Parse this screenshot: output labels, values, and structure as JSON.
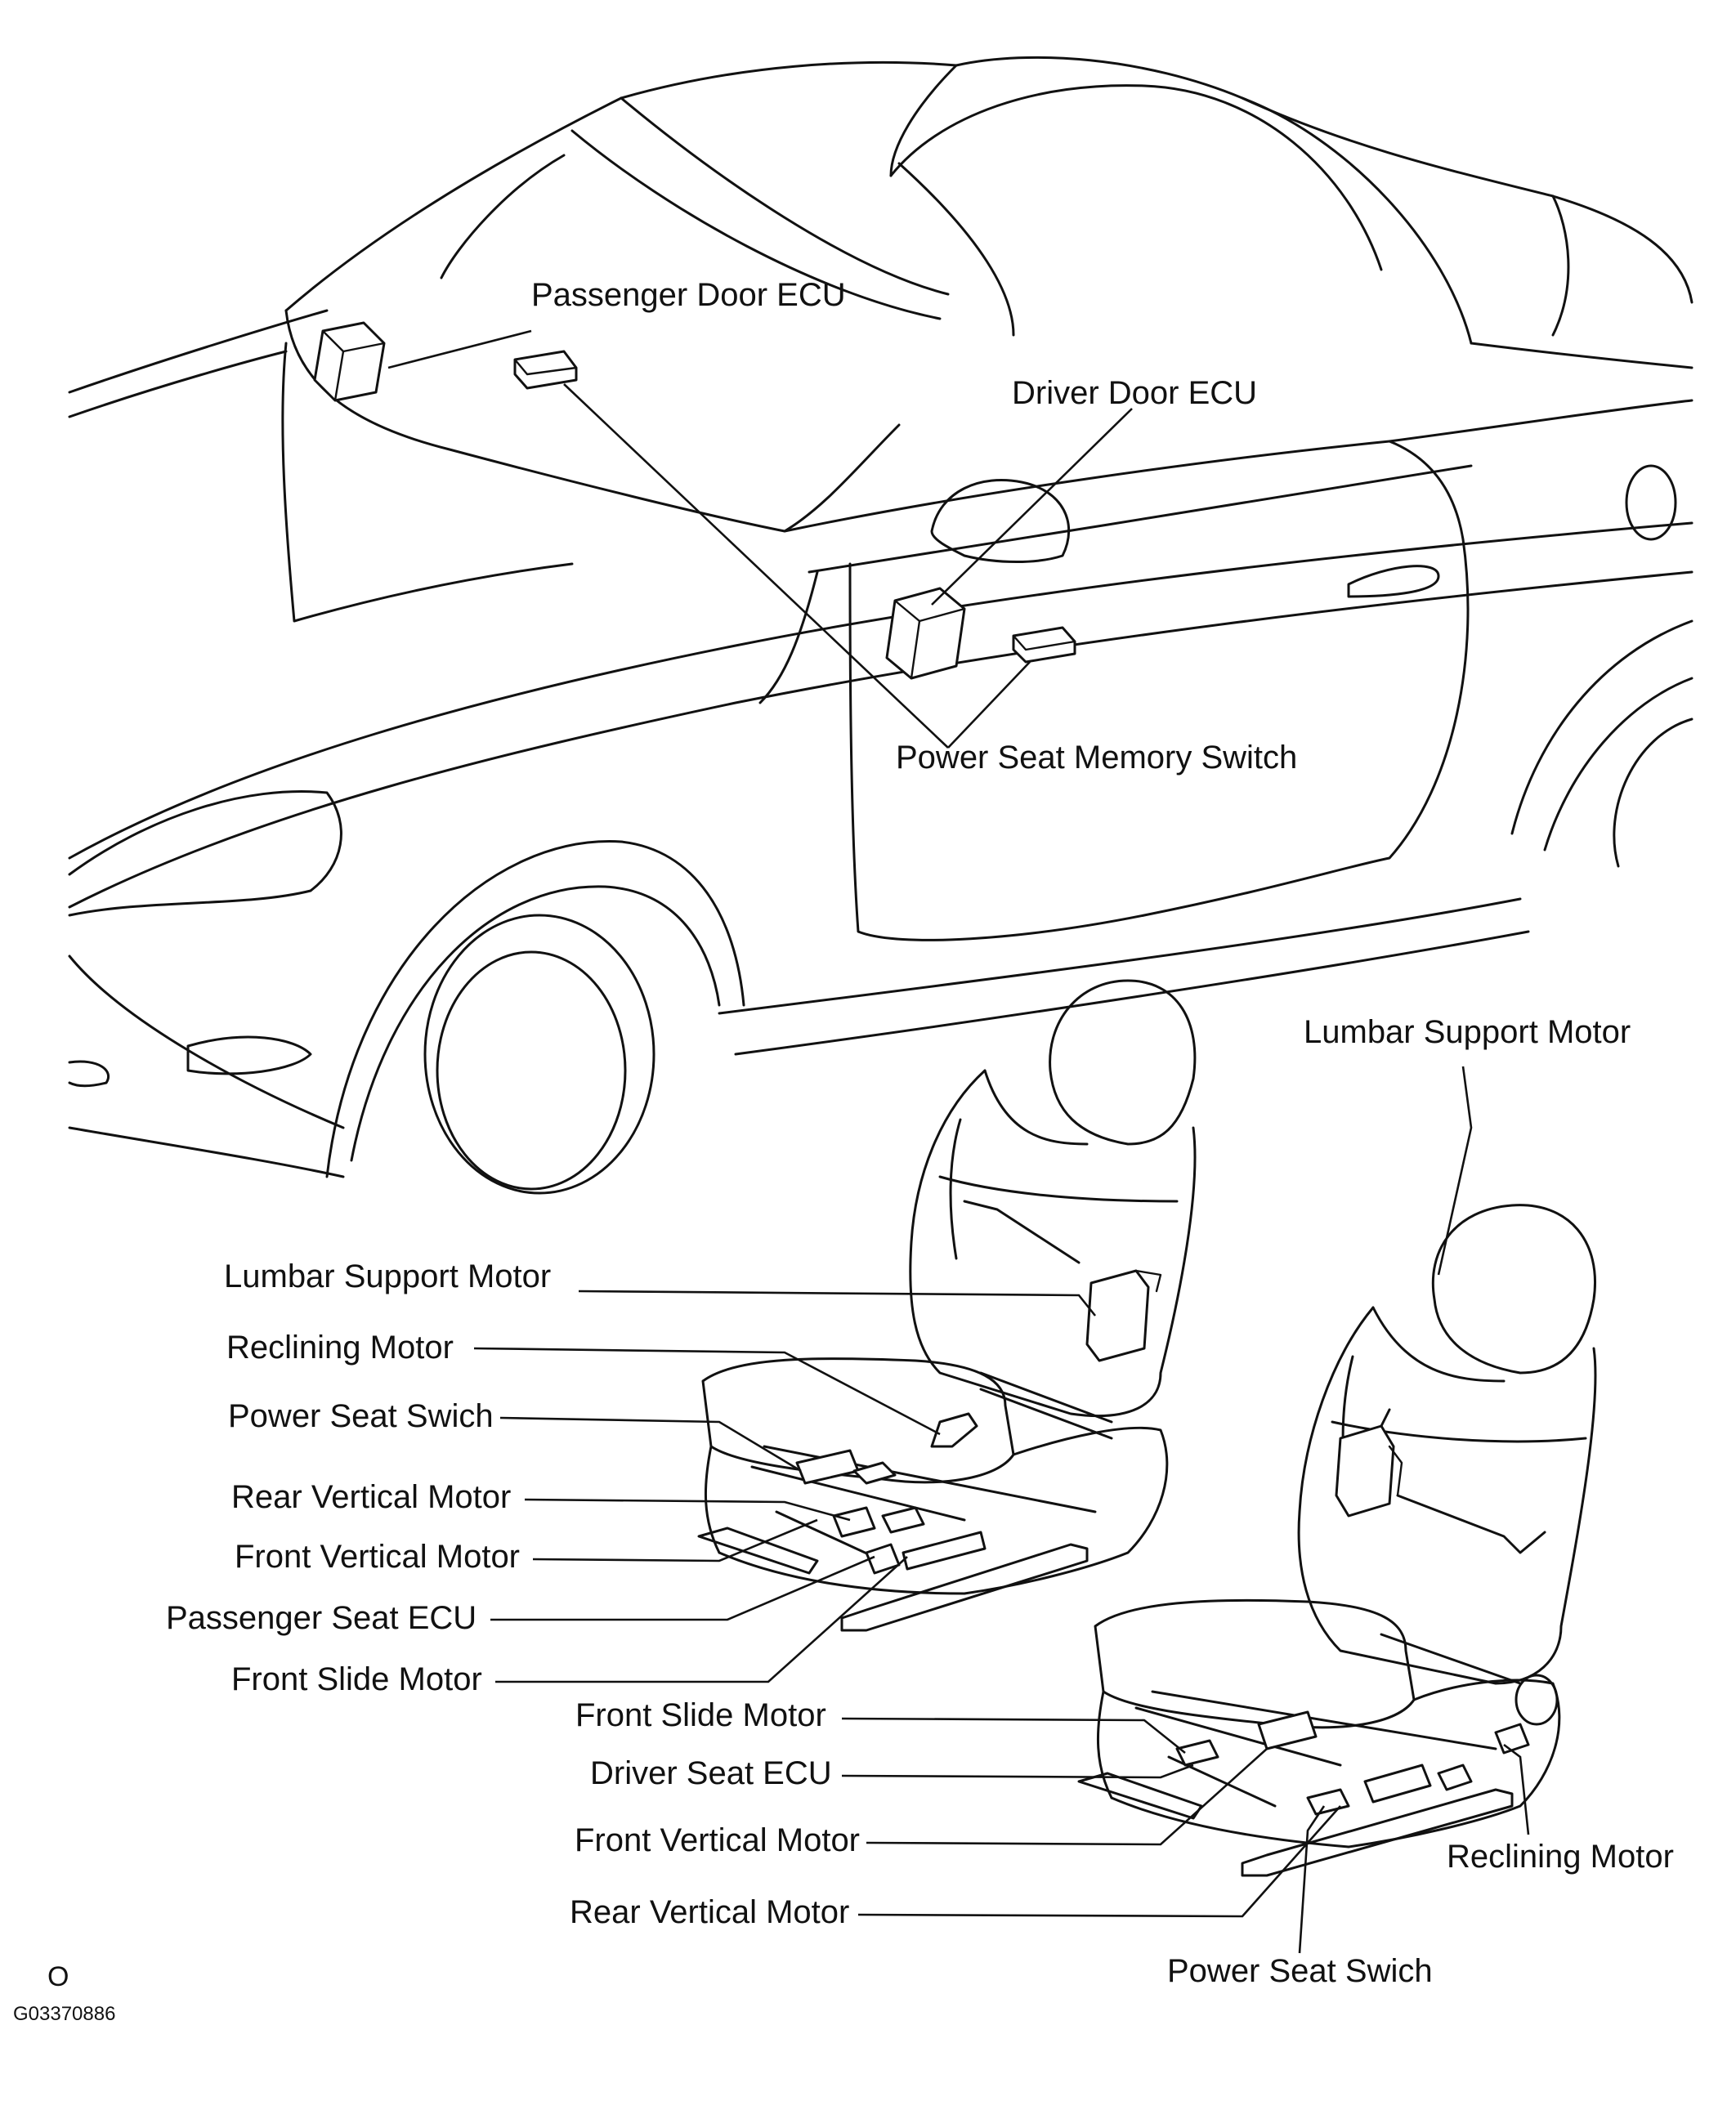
{
  "labels": {
    "passenger_door_ecu": "Passenger Door ECU",
    "driver_door_ecu": "Driver Door ECU",
    "power_seat_memory_switch": "Power Seat Memory Switch",
    "passenger_seat": {
      "lumbar_support_motor": "Lumbar Support Motor",
      "reclining_motor": "Reclining Motor",
      "power_seat_switch": "Power Seat Swich",
      "rear_vertical_motor": "Rear Vertical Motor",
      "front_vertical_motor": "Front Vertical Motor",
      "passenger_seat_ecu": "Passenger Seat ECU",
      "front_slide_motor": "Front Slide Motor"
    },
    "driver_seat": {
      "lumbar_support_motor": "Lumbar Support Motor",
      "front_slide_motor": "Front Slide Motor",
      "driver_seat_ecu": "Driver Seat ECU",
      "front_vertical_motor": "Front Vertical Motor",
      "rear_vertical_motor": "Rear Vertical Motor",
      "reclining_motor": "Reclining Motor",
      "power_seat_switch": "Power Seat Swich"
    }
  },
  "corner_mark": "O",
  "figure_code": "G03370886"
}
